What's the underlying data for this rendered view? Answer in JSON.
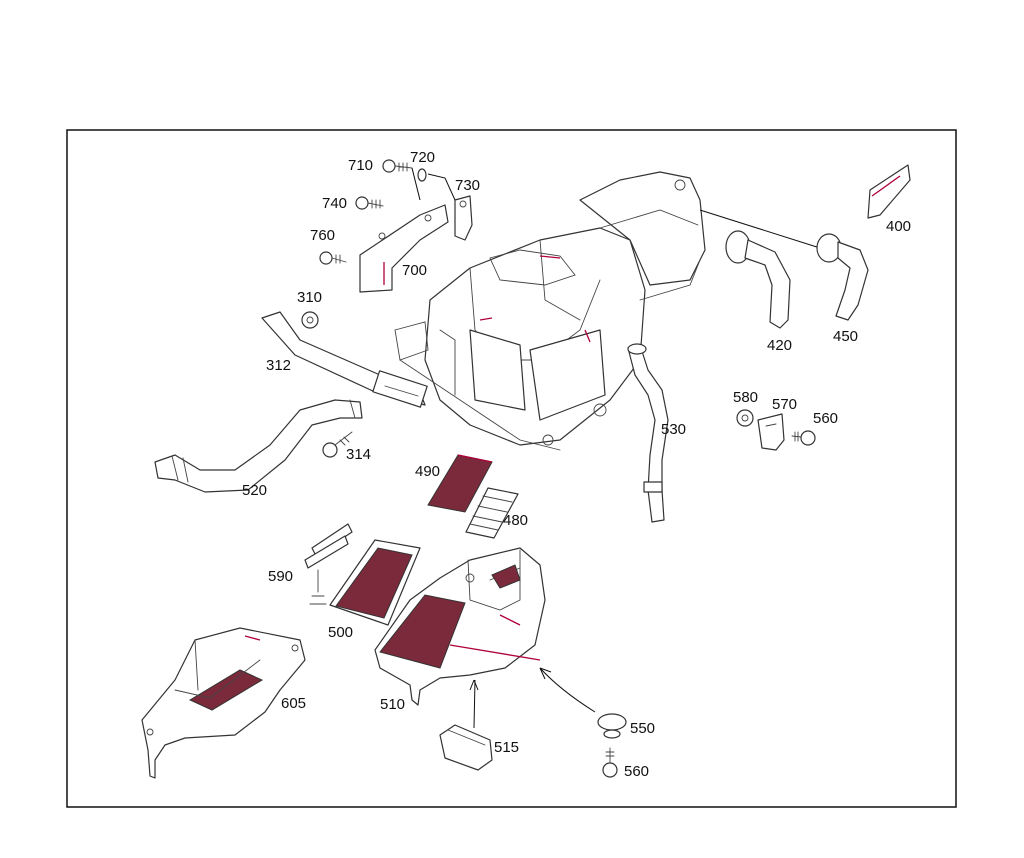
{
  "labels": {
    "p310": "310",
    "p312": "312",
    "p314": "314",
    "p400": "400",
    "p420": "420",
    "p450": "450",
    "p480": "480",
    "p490": "490",
    "p500": "500",
    "p510": "510",
    "p515": "515",
    "p520": "520",
    "p530": "530",
    "p550": "550",
    "p560a": "560",
    "p560b": "560",
    "p570": "570",
    "p580": "580",
    "p590": "590",
    "p605": "605",
    "p700": "700",
    "p710": "710",
    "p720": "720",
    "p730": "730",
    "p740": "740",
    "p760": "760"
  },
  "colors": {
    "highlight": "#b0003a",
    "line": "#333333",
    "background": "#ffffff"
  }
}
